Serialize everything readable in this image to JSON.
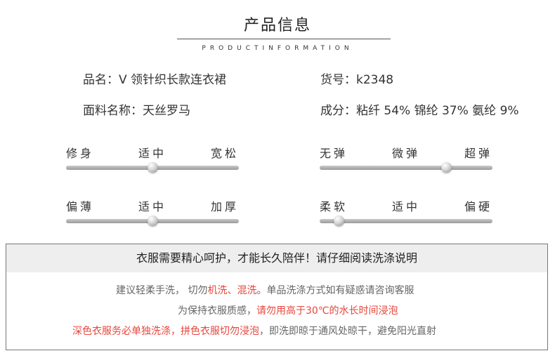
{
  "header": {
    "title": "产品信息",
    "subtitle": "PRODUCTINFORMATION"
  },
  "info": {
    "name": "品名：V 领针织长款连衣裙",
    "sku": "货号：k2348",
    "fabric": "面料名称：天丝罗马",
    "composition": "成分：粘纤 54% 锦纶 37% 氨纶 9%"
  },
  "scales": [
    {
      "labels": [
        "修身",
        "适中",
        "宽松"
      ],
      "value": 0.5
    },
    {
      "labels": [
        "无弹",
        "微弹",
        "超弹"
      ],
      "value": 0.73
    },
    {
      "labels": [
        "偏薄",
        "适中",
        "加厚"
      ],
      "value": 0.5
    },
    {
      "labels": [
        "柔软",
        "适中",
        "偏硬"
      ],
      "value": 0.11
    }
  ],
  "care": {
    "heading": "衣服需要精心呵护，才能长久陪伴！请仔细阅读洗涤说明",
    "line1": {
      "a": "建议轻柔手洗，  切勿",
      "b": "机洗、混洗",
      "c": "。单品洗涤方式如有疑惑请咨询客服"
    },
    "line2": {
      "a": "为保持衣服质感，",
      "b": "请勿用高于30℃的水长时间浸泡"
    },
    "line3": {
      "a": "深色衣服务必单独洗涤，拼色衣服切勿浸泡",
      "b": "，即洗即晾于通风处晾干，避免阳光直射"
    }
  }
}
